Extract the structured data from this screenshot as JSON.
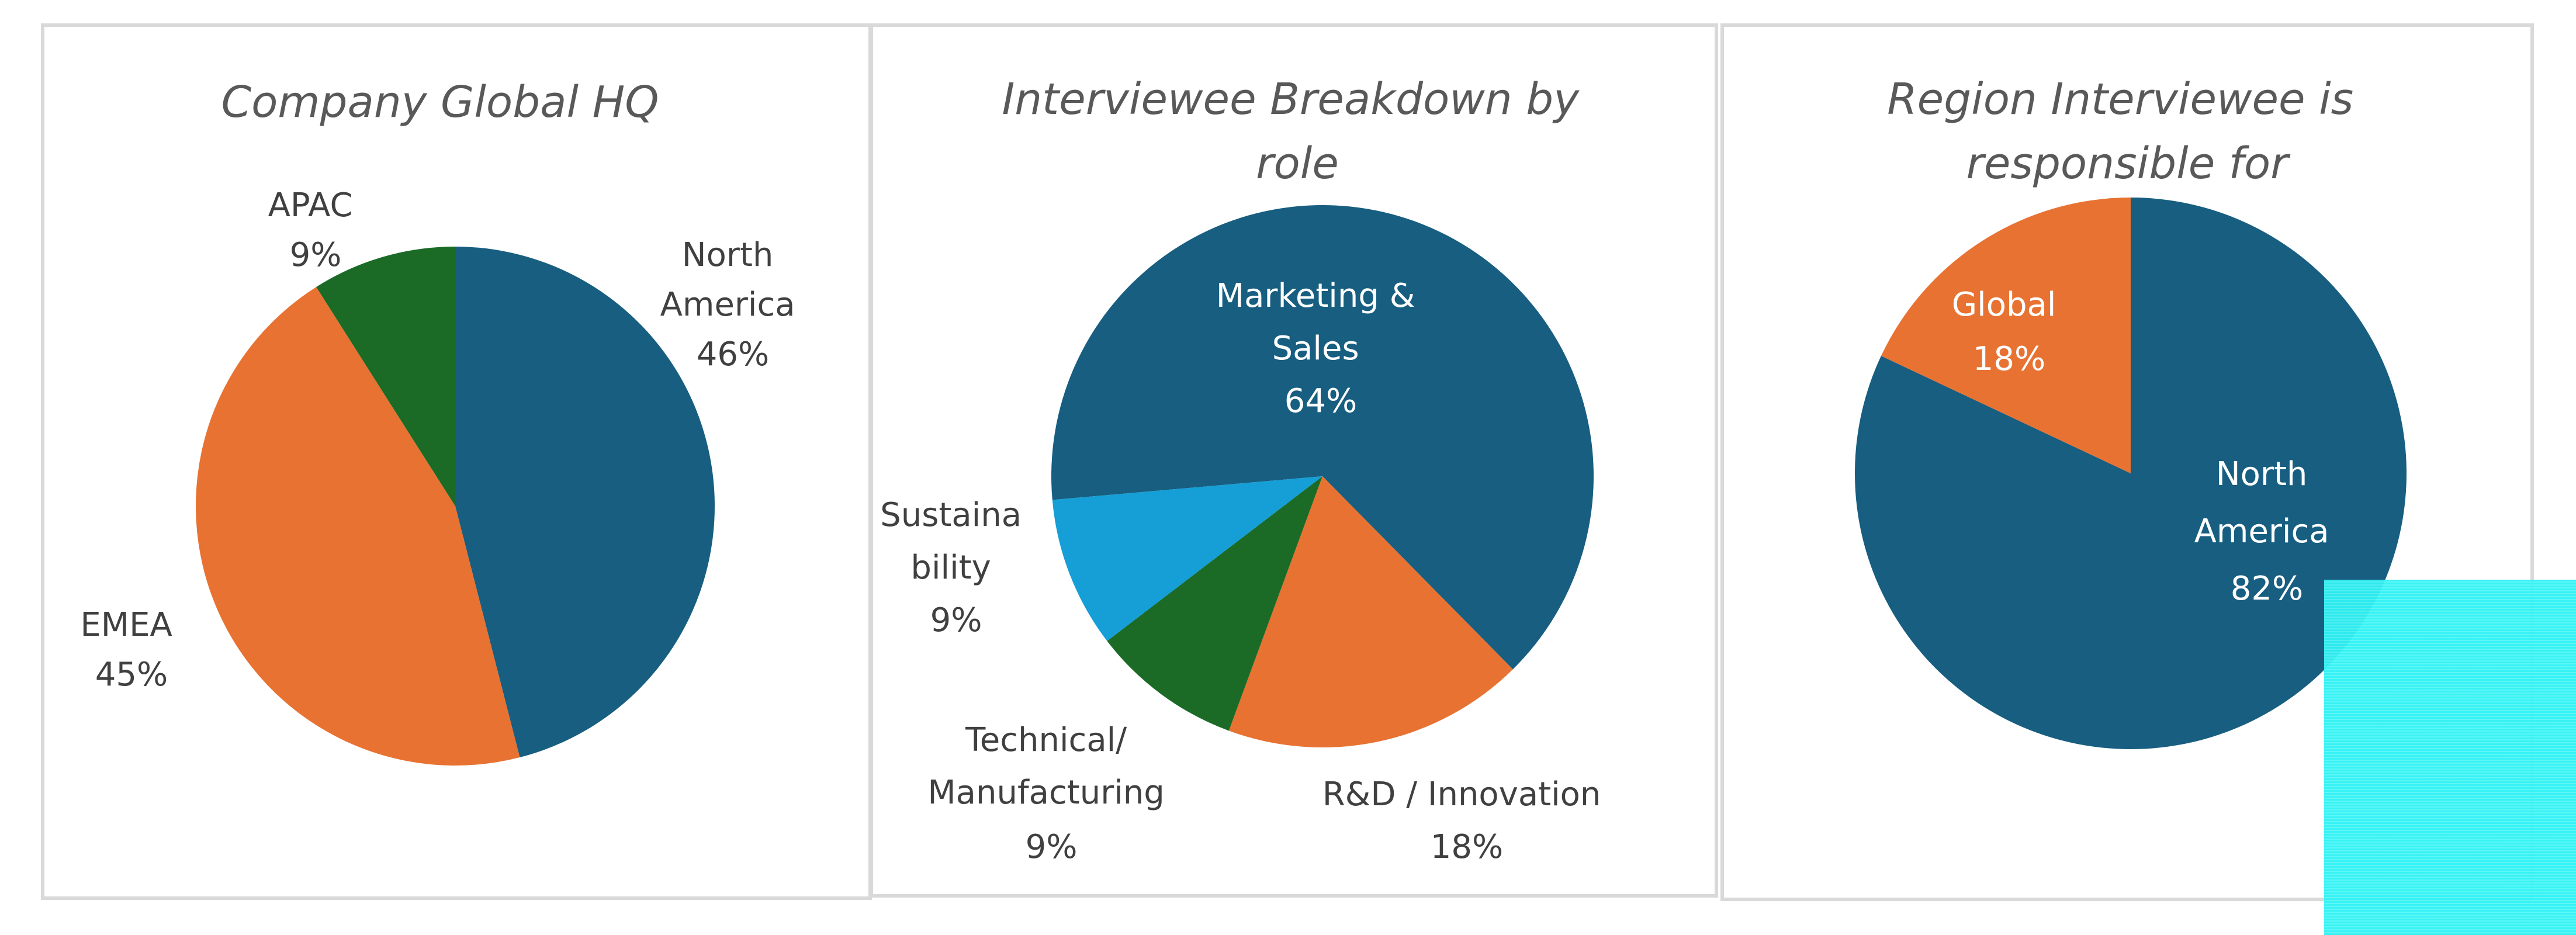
{
  "colors": {
    "blue": "#175e80",
    "orange": "#e87232",
    "green": "#1b6b27",
    "lightblue": "#159fd6"
  },
  "chart_data": [
    {
      "type": "pie",
      "title": "Company Global HQ",
      "slices": [
        {
          "label": [
            "North",
            "America",
            "46%"
          ],
          "name": "North America",
          "value": 46,
          "color": "#175e80"
        },
        {
          "label": [
            "EMEA",
            "45%"
          ],
          "name": "EMEA",
          "value": 45,
          "color": "#e87232"
        },
        {
          "label": [
            "APAC",
            "9%"
          ],
          "name": "APAC",
          "value": 9,
          "color": "#1b6b27"
        }
      ]
    },
    {
      "type": "pie",
      "title": [
        "Interviewee Breakdown by",
        "role"
      ],
      "slices": [
        {
          "label": [
            "Marketing &",
            "Sales",
            "64%"
          ],
          "name": "Marketing & Sales",
          "value": 64,
          "color": "#175e80"
        },
        {
          "label": [
            "R&D / Innovation",
            "18%"
          ],
          "name": "R&D / Innovation",
          "value": 18,
          "color": "#e87232"
        },
        {
          "label": [
            "Technical/",
            "Manufacturing",
            "9%"
          ],
          "name": "Technical/Manufacturing",
          "value": 9,
          "color": "#1b6b27"
        },
        {
          "label": [
            "Sustaina",
            "bility",
            "9%"
          ],
          "name": "Sustainability",
          "value": 9,
          "color": "#159fd6"
        }
      ]
    },
    {
      "type": "pie",
      "title": [
        "Region Interviewee is",
        "responsible for"
      ],
      "slices": [
        {
          "label": [
            "North",
            "America",
            "82%"
          ],
          "name": "North America",
          "value": 82,
          "color": "#175e80"
        },
        {
          "label": [
            "Global",
            "18%"
          ],
          "name": "Global",
          "value": 18,
          "color": "#e87232"
        }
      ]
    }
  ]
}
